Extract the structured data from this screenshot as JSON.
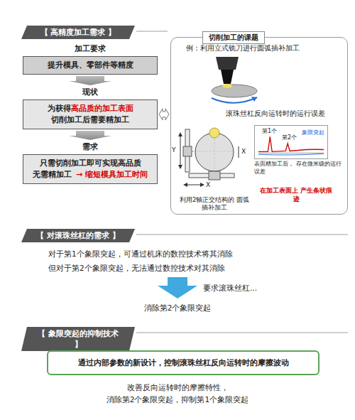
{
  "diagram": {
    "nodes": [
      {
        "text": [
          "【 高精度加工需求 】"
        ]
      },
      {
        "text": [
          "加工要求",
          "提升模具、零部件等精度"
        ]
      },
      {
        "text": [
          "现状",
          "为获得",
          "高品质的加工表面",
          "切削加工后需要精加工"
        ]
      },
      {
        "text": [
          "需求",
          "只需切削加工即可实现高品质",
          "无需精加工",
          "→ 缩短模具加工时间"
        ]
      },
      {
        "text": [
          "切削加工的课题"
        ]
      },
      {
        "text": [
          "第1个",
          "第2个",
          "象限突起"
        ],
        "in": 4
      },
      {
        "text": [
          "【 对滚珠丝杠的需求 】"
        ]
      },
      {
        "text": [
          "【 象限突起的抑制技术 】"
        ]
      },
      {
        "text": [
          "通过内部参数的新设计，控制滚珠丝杠反向运转时的摩擦波动"
        ]
      }
    ],
    "edges": [
      {
        "from": 1,
        "to": 2,
        "arrow": "to"
      },
      {
        "from": 2,
        "to": 3,
        "arrow": "to"
      },
      {
        "from": 2,
        "to": 4,
        "arrow": "both"
      }
    ],
    "labels": [
      "例：利用立式铣刀进行圆弧插补加工",
      "滚珠丝杠反向运转时的运行误差",
      "Y",
      "X",
      "X",
      "利用2轴正交结构的 圆弧插补加工",
      "表面精加工后， 存在微米级的运行误差",
      "在加工表面上 产生条状痕迹",
      "对于第1个象限突起，可通过机床的数控技术将其消除",
      "但对于第2个象限突起，无法通过数控技术对其消除",
      "要求滚珠丝杠...",
      "消除第2个象限突起",
      "改善反向运转时的摩擦特性，",
      "消除第2个象限突起，抑制第1个象限突起"
    ]
  }
}
